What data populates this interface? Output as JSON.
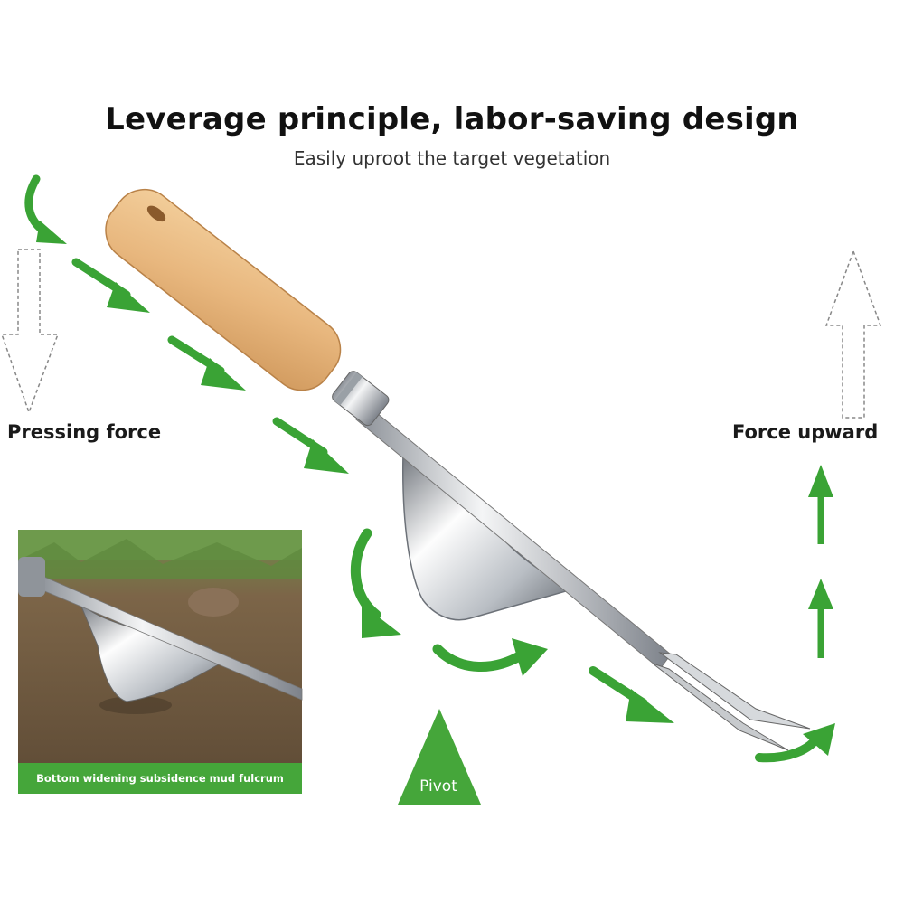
{
  "header": {
    "title": "Leverage principle, labor-saving design",
    "subtitle": "Easily uproot the target vegetation"
  },
  "labels": {
    "pressing_force": "Pressing force",
    "force_upward": "Force upward",
    "pivot": "Pivot"
  },
  "inset": {
    "caption": "Bottom widening subsidence mud fulcrum"
  },
  "colors": {
    "arrow_green": "#3aa335",
    "caption_green": "#45a63a",
    "handle_wood": "#e8b77e",
    "metal": "#c9ccd0"
  },
  "icons": [
    "down-outline-arrow-icon",
    "up-outline-arrow-icon",
    "curved-green-arrow-icon",
    "straight-green-arrow-icon"
  ]
}
